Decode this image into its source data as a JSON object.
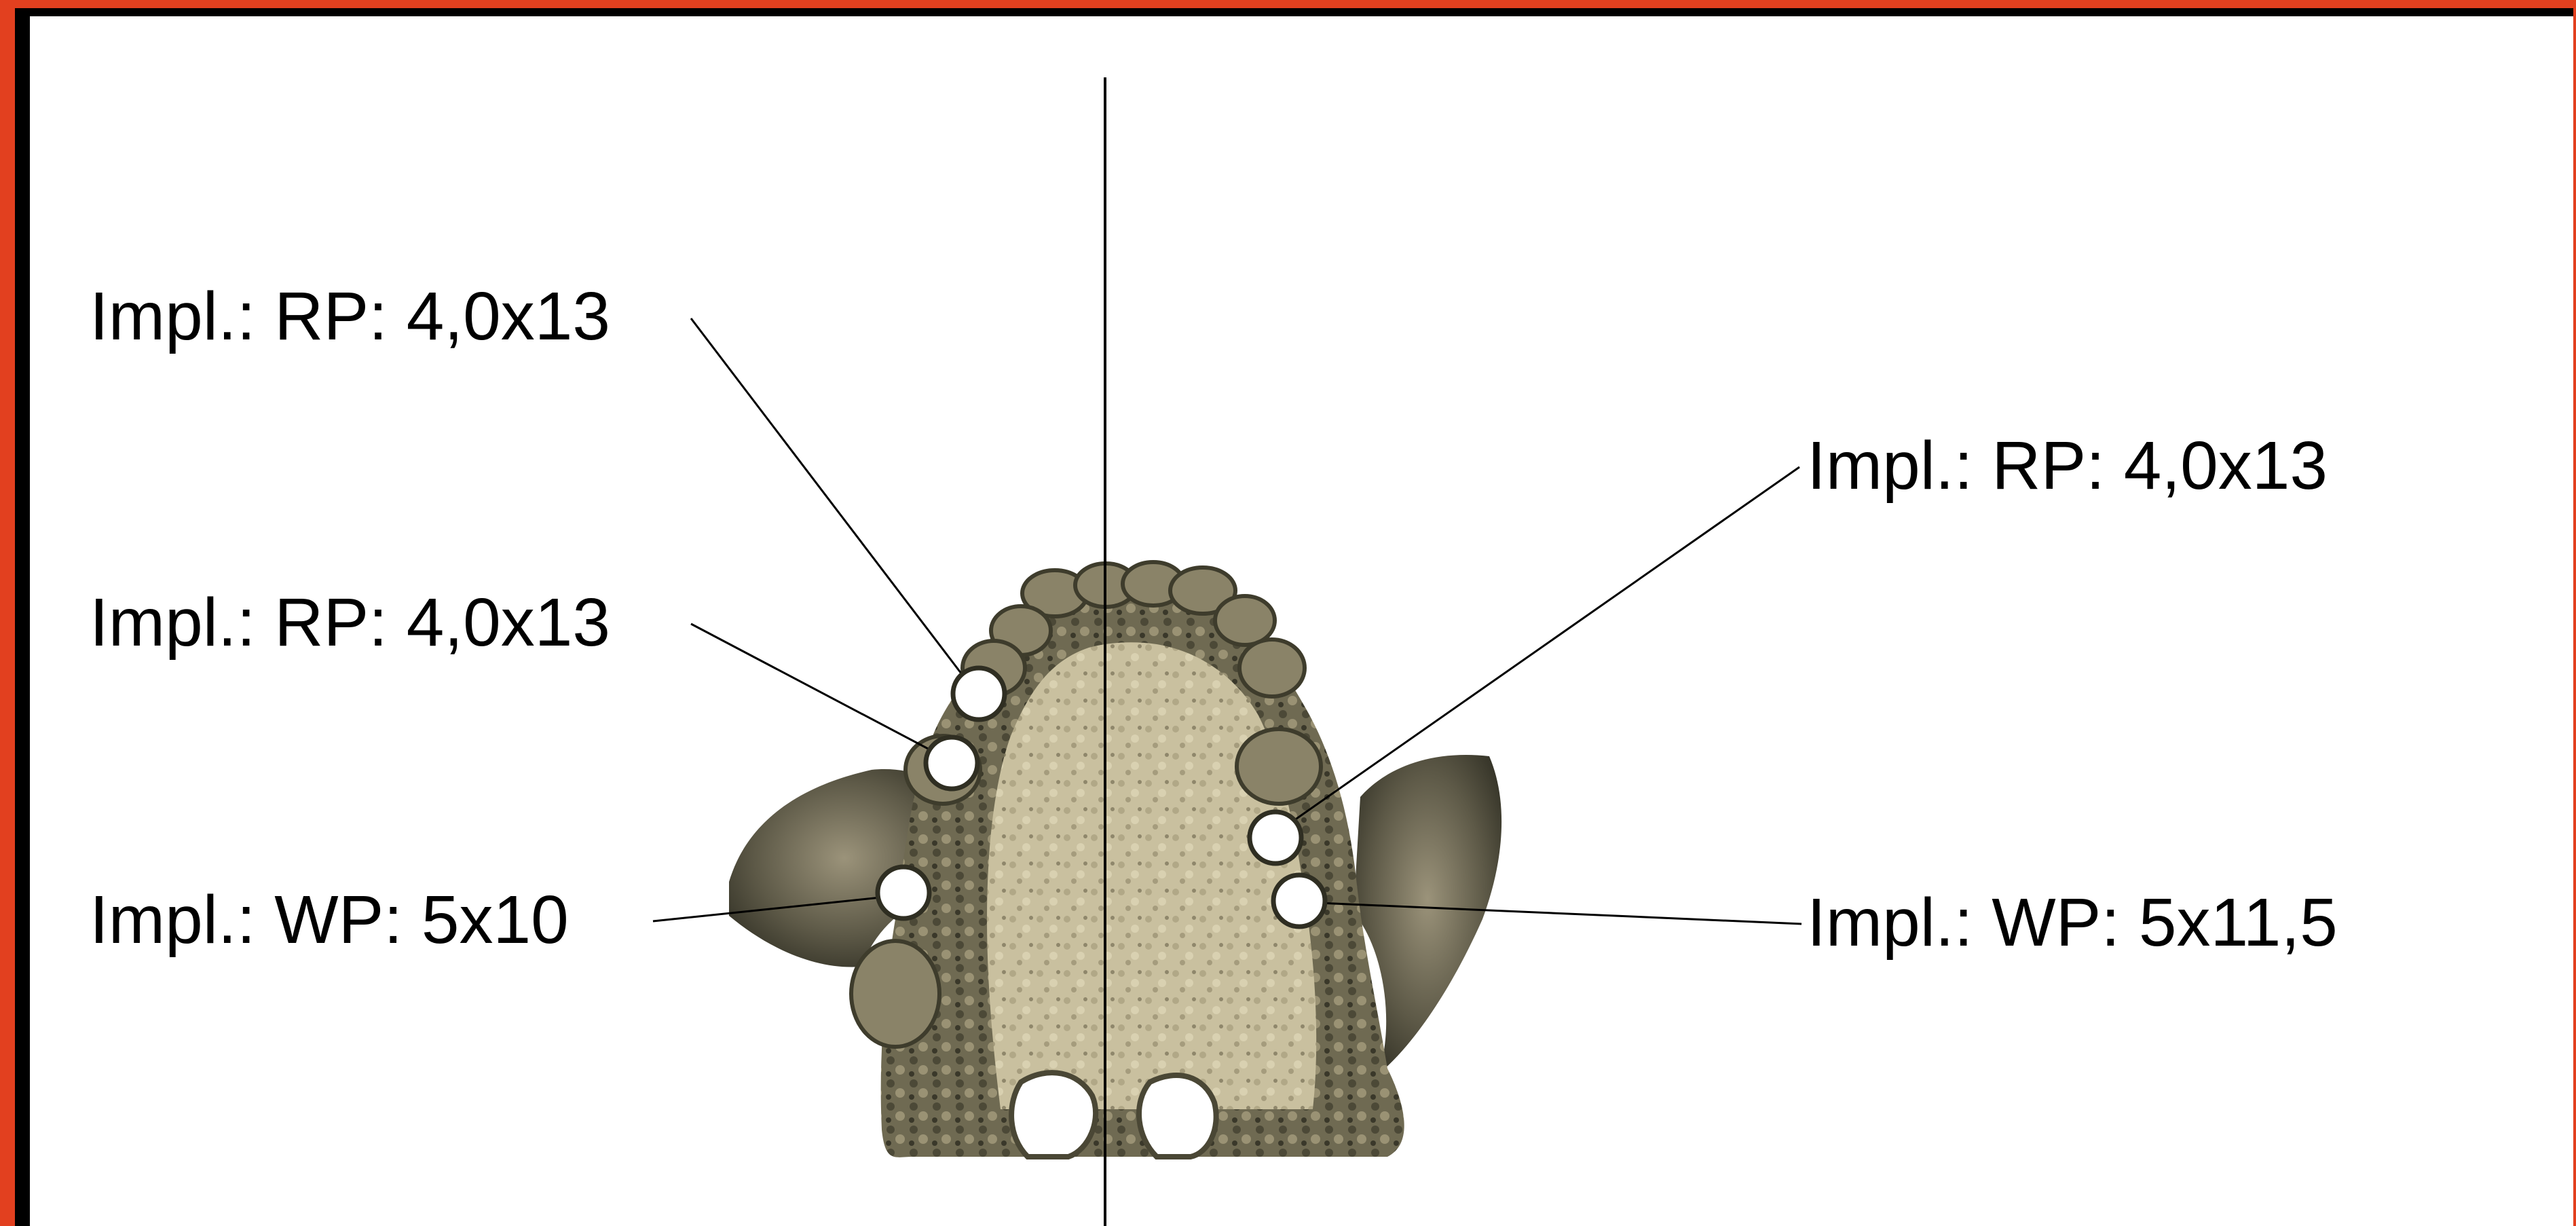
{
  "colors": {
    "frame": "#e2401f",
    "background": "#ffffff",
    "bone_light": "#c8bf9d",
    "bone_mid": "#8d866a",
    "bone_dark": "#3b3a2a",
    "marker_fill": "#ffffff",
    "line": "#000000"
  },
  "labels": {
    "left_top": "Impl.: RP: 4,0x13",
    "left_middle": "Impl.: RP: 4,0x13",
    "left_bottom": "Impl.: WP: 5x10",
    "right_top": "Impl.: RP: 4,0x13",
    "right_bottom": "Impl.: WP: 5x11,5"
  },
  "image": {
    "subject": "3D rendering of maxilla viewed from below with implant markers",
    "markers": [
      "implant-marker",
      "implant-marker",
      "implant-marker",
      "implant-marker",
      "implant-marker"
    ]
  }
}
